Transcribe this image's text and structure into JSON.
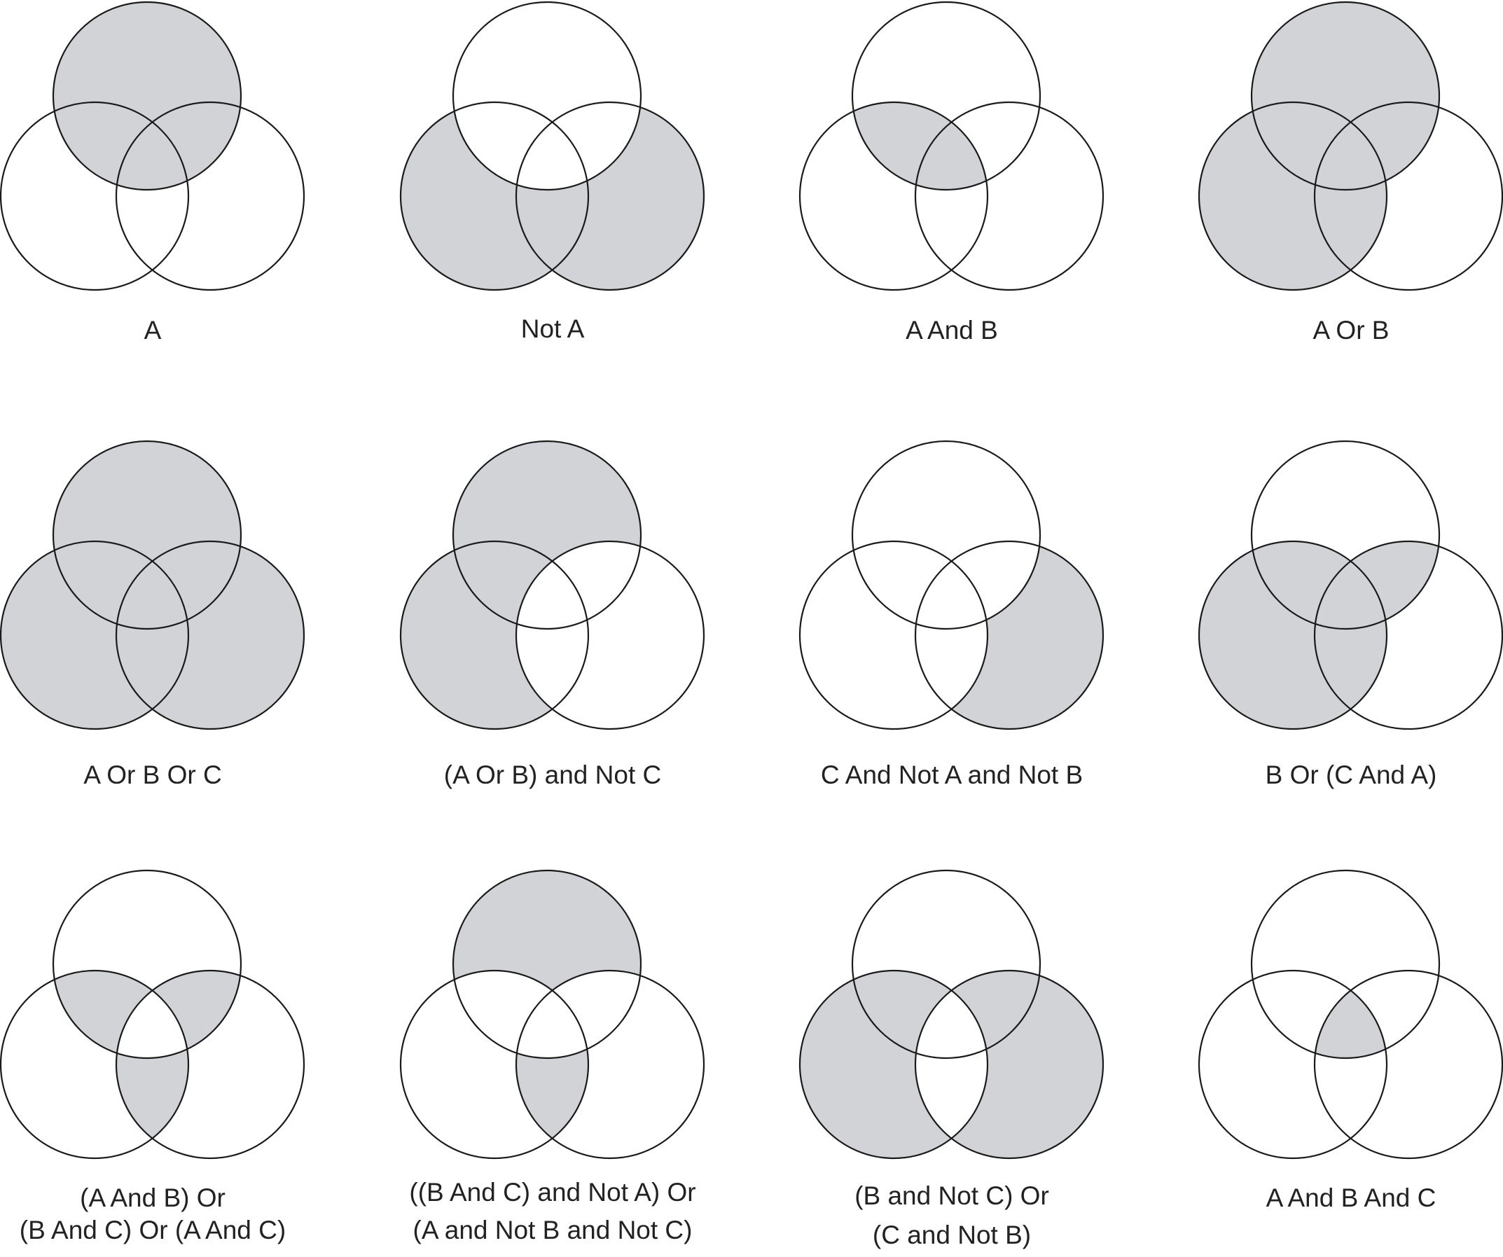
{
  "colors": {
    "shade": "#d1d3d6",
    "stroke": "#1a1a1a",
    "background": "#ffffff",
    "text": "#222222"
  },
  "diagrams": [
    {
      "caption_lines": [
        "A"
      ],
      "shaded_regions": [
        "A",
        "AB",
        "AC",
        "ABC"
      ]
    },
    {
      "caption_lines": [
        "Not A"
      ],
      "shaded_regions": [
        "B",
        "C",
        "BC"
      ]
    },
    {
      "caption_lines": [
        "A And B"
      ],
      "shaded_regions": [
        "AB",
        "ABC"
      ]
    },
    {
      "caption_lines": [
        "A Or B"
      ],
      "shaded_regions": [
        "A",
        "B",
        "AB",
        "AC",
        "BC",
        "ABC"
      ]
    },
    {
      "caption_lines": [
        "A Or B Or C"
      ],
      "shaded_regions": [
        "A",
        "B",
        "C",
        "AB",
        "AC",
        "BC",
        "ABC"
      ]
    },
    {
      "caption_lines": [
        "(A Or B) and Not C"
      ],
      "shaded_regions": [
        "A",
        "B",
        "AB"
      ]
    },
    {
      "caption_lines": [
        "C And Not A and Not B"
      ],
      "shaded_regions": [
        "C"
      ]
    },
    {
      "caption_lines": [
        "B Or (C And A)"
      ],
      "shaded_regions": [
        "B",
        "AB",
        "AC",
        "BC",
        "ABC"
      ]
    },
    {
      "caption_lines": [
        "(A And B) Or",
        "(B And C) Or (A And C)"
      ],
      "shaded_regions": [
        "AB",
        "AC",
        "BC"
      ]
    },
    {
      "caption_lines": [
        "((B And C) and Not A) Or",
        "(A and Not B and Not C)"
      ],
      "shaded_regions": [
        "A",
        "BC"
      ]
    },
    {
      "caption_lines": [
        "(B and Not C) Or",
        "(C and Not B)"
      ],
      "shaded_regions": [
        "B",
        "C",
        "AB",
        "AC"
      ]
    },
    {
      "caption_lines": [
        "A And B And C"
      ],
      "shaded_regions": [
        "ABC"
      ]
    }
  ]
}
